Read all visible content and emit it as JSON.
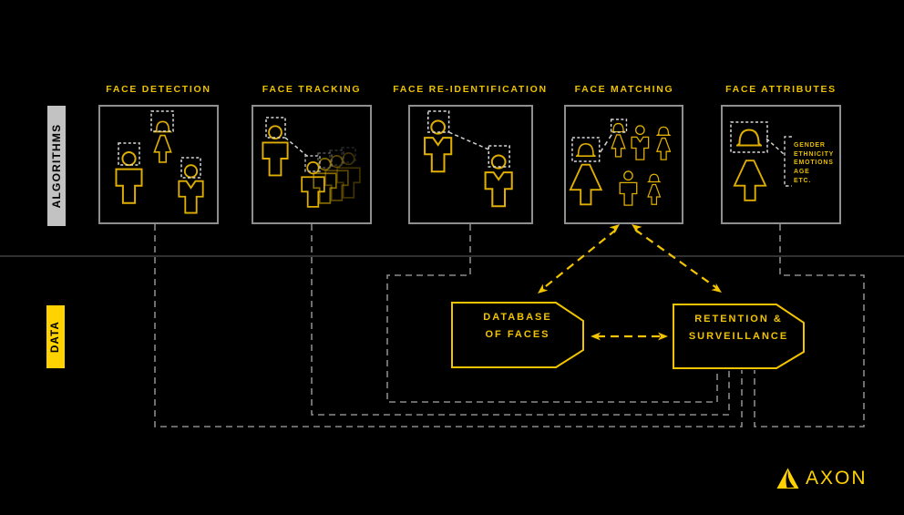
{
  "sidebar": {
    "algorithms_label": "ALGORITHMS",
    "data_label": "DATA"
  },
  "algorithms": {
    "boxes": [
      {
        "id": "face-detection",
        "title": "FACE DETECTION"
      },
      {
        "id": "face-tracking",
        "title": "FACE TRACKING"
      },
      {
        "id": "face-re-identification",
        "title": "FACE RE-IDENTIFICATION"
      },
      {
        "id": "face-matching",
        "title": "FACE MATCHING"
      },
      {
        "id": "face-attributes",
        "title": "FACE ATTRIBUTES",
        "attributes": [
          "GENDER",
          "ETHNICITY",
          "EMOTIONS",
          "AGE",
          "ETC."
        ]
      }
    ]
  },
  "data_flow": {
    "database_box": {
      "line1": "DATABASE",
      "line2": "OF FACES"
    },
    "retention_box": {
      "line1": "RETENTION &",
      "line2": "SURVEILLANCE"
    }
  },
  "logo": {
    "text": "AXON"
  },
  "colors": {
    "background": "#000000",
    "accent_yellow": "#f2c400",
    "figure_yellow": "#dfae00",
    "bright_yellow": "#ffd200",
    "box_border_gray": "#8f8f8f",
    "dashed_gray": "#8a8a8a",
    "divider_gray": "#4d4d4d",
    "algorithms_label_bg": "#c2c2c2",
    "head_box_white": "#d8d8d8"
  }
}
